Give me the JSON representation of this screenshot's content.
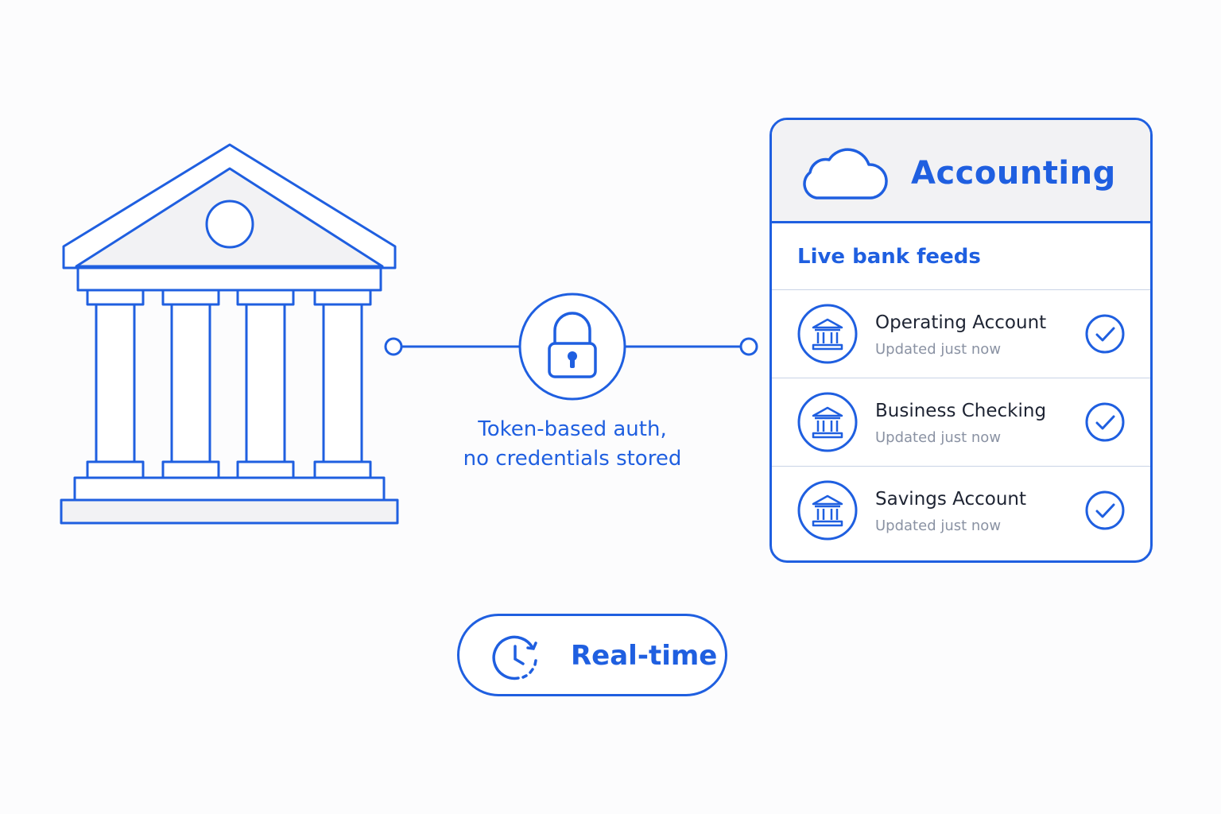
{
  "colors": {
    "accent": "#1f5fe0",
    "panel_header_bg": "#f2f2f4",
    "text_dark": "#1e2433",
    "text_muted": "#8a92a3"
  },
  "connector": {
    "caption_line1": "Token-based auth,",
    "caption_line2": "no credentials stored",
    "icon": "lock-icon"
  },
  "bank": {
    "icon": "bank-building-icon"
  },
  "accounting": {
    "title": "Accounting",
    "header_icon": "cloud-icon",
    "section_label": "Live bank feeds",
    "accounts": [
      {
        "name": "Operating Account",
        "status": "Updated just now",
        "icon": "bank-icon",
        "state_icon": "check-circle-icon"
      },
      {
        "name": "Business Checking",
        "status": "Updated just now",
        "icon": "bank-icon",
        "state_icon": "check-circle-icon"
      },
      {
        "name": "Savings Account",
        "status": "Updated just now",
        "icon": "bank-icon",
        "state_icon": "check-circle-icon"
      }
    ]
  },
  "badge": {
    "label": "Real-time",
    "icon": "clock-refresh-icon"
  }
}
